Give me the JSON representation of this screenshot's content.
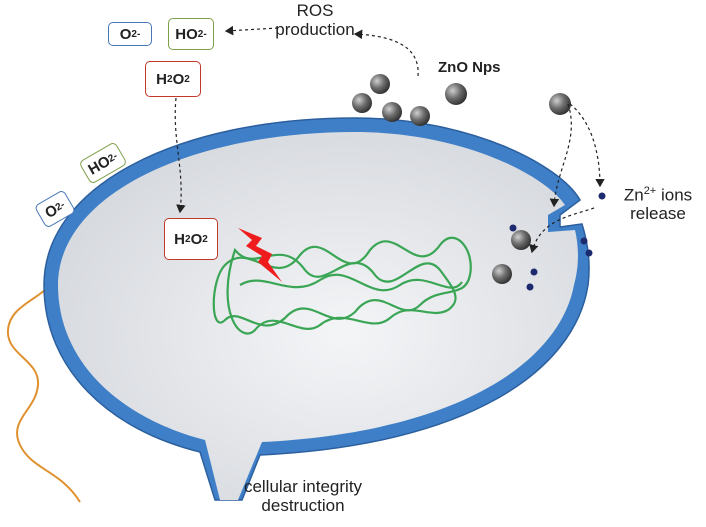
{
  "labels": {
    "ros_line1": "ROS",
    "ros_line2": "production",
    "zno": "ZnO Nps",
    "zn_base": "Zn",
    "zn_sup": "2+",
    "zn_rest": " ions",
    "release": "release",
    "integrity_line1": "cellular integrity",
    "integrity_line2": "destruction"
  },
  "species": {
    "o2_base": "O",
    "o2_sub": "2",
    "o2_sup": "-",
    "ho2_base": "HO",
    "ho2_sub": "2",
    "ho2_sup": "-",
    "h2o2_a": "H",
    "h2o2_sub1": "2",
    "h2o2_b": "O",
    "h2o2_sub2": "2"
  },
  "colors": {
    "membrane": "#3f7fc7",
    "membrane_dark": "#2c5f9e",
    "cytoplasm": "#e6e8eb",
    "dna": "#3aa655",
    "lightning": "#ee1c1c",
    "tail": "#e0912f",
    "nanoparticle": "#555555",
    "ion": "#1e2a6e",
    "o2_border": "#4a78b8",
    "ho2_border": "#7ea04a",
    "h2o2_border": "#c0392b"
  }
}
